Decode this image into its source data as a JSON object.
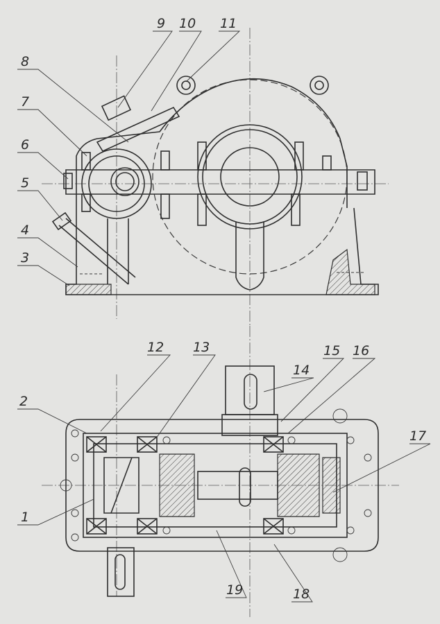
{
  "title": "Gear reducer assembly drawing",
  "callouts": [
    "1",
    "2",
    "3",
    "4",
    "5",
    "6",
    "7",
    "8",
    "9",
    "10",
    "11",
    "12",
    "13",
    "14",
    "15",
    "16",
    "17",
    "18",
    "19"
  ],
  "colors": {
    "paper": "#e4e4e2",
    "ink": "#2e2e2e"
  }
}
